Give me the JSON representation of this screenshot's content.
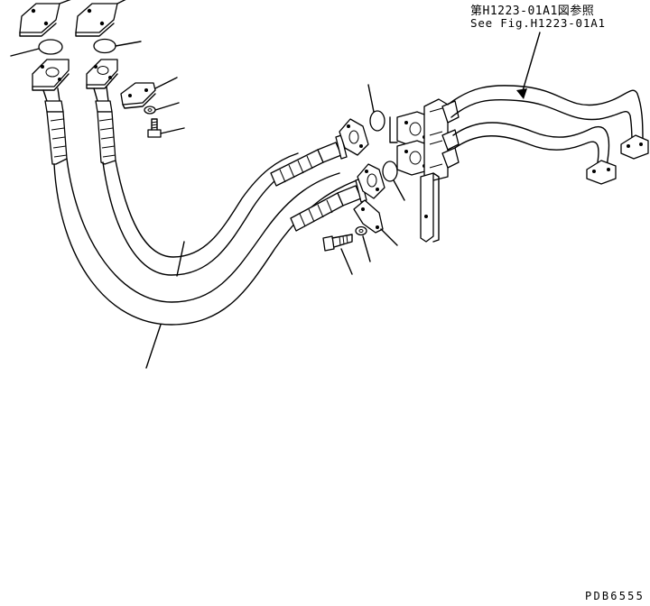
{
  "reference": {
    "japanese": "第H1223-01A1図参照",
    "english": "See Fig.H1223-01A1"
  },
  "drawing_code": "PDB6555",
  "colors": {
    "line": "#000000",
    "background": "#ffffff"
  }
}
